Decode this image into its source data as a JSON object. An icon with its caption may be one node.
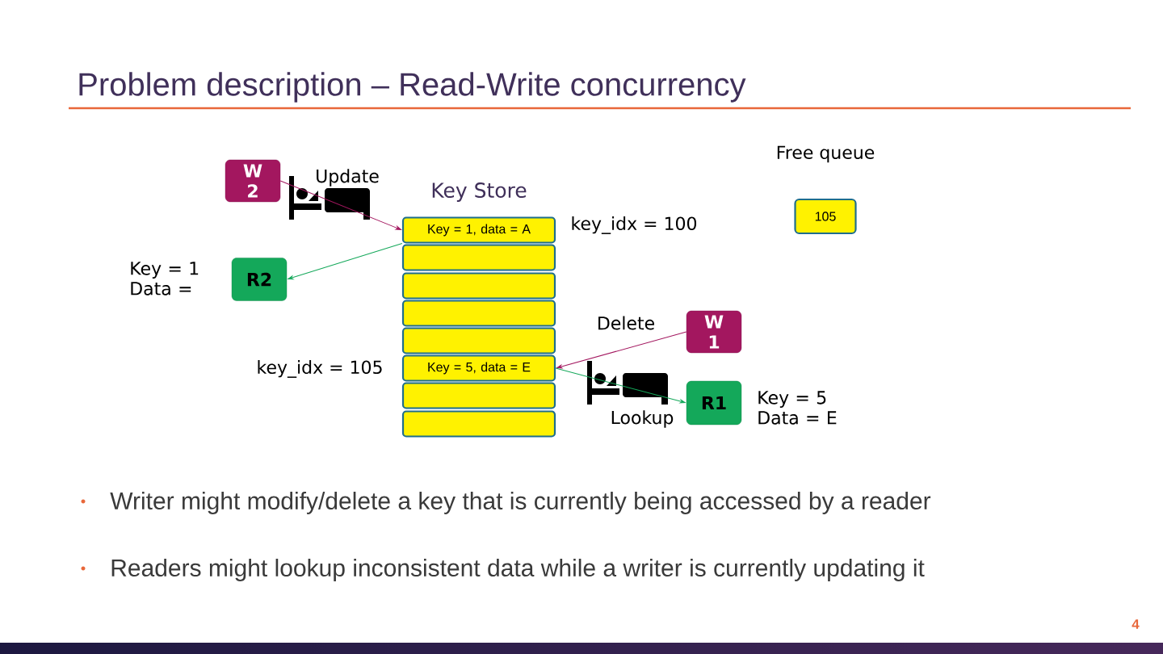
{
  "diagram": {
    "title": "Problem description – Read-Write concurrency",
    "nodes": [
      {
        "text": [
          "W 2"
        ]
      },
      {
        "text": [
          "R2"
        ]
      },
      {
        "text": [
          "Key = 1, data = A"
        ]
      },
      {
        "text": [],
        "shape": "box"
      },
      {
        "text": [],
        "shape": "box"
      },
      {
        "text": [],
        "shape": "box"
      },
      {
        "text": [],
        "shape": "box"
      },
      {
        "text": [
          "Key = 5, data = E"
        ]
      },
      {
        "text": [],
        "shape": "box"
      },
      {
        "text": [],
        "shape": "box"
      },
      {
        "text": [
          "W 1"
        ]
      },
      {
        "text": [
          "R1"
        ]
      },
      {
        "text": [
          "105"
        ]
      }
    ],
    "edges": [
      {
        "from": 0,
        "to": 2,
        "arrow": "to",
        "color": "#a3175f"
      },
      {
        "from": 2,
        "to": 1,
        "arrow": "to",
        "color": "#14a85a"
      },
      {
        "from": 10,
        "to": 7,
        "arrow": "to",
        "color": "#a3175f"
      },
      {
        "from": 7,
        "to": 11,
        "arrow": "to",
        "color": "#14a85a"
      }
    ],
    "labels": [
      "Free queue",
      "Update",
      "Key Store",
      "key_idx = 100",
      "Key = 1 Data =",
      "Delete",
      "key_idx = 105",
      "Lookup",
      "Key = 5 Data = E",
      "Writer might modify/delete a key that is currently being accessed by a reader",
      "Readers might lookup inconsistent data while a writer is currently updating it",
      "4"
    ]
  }
}
